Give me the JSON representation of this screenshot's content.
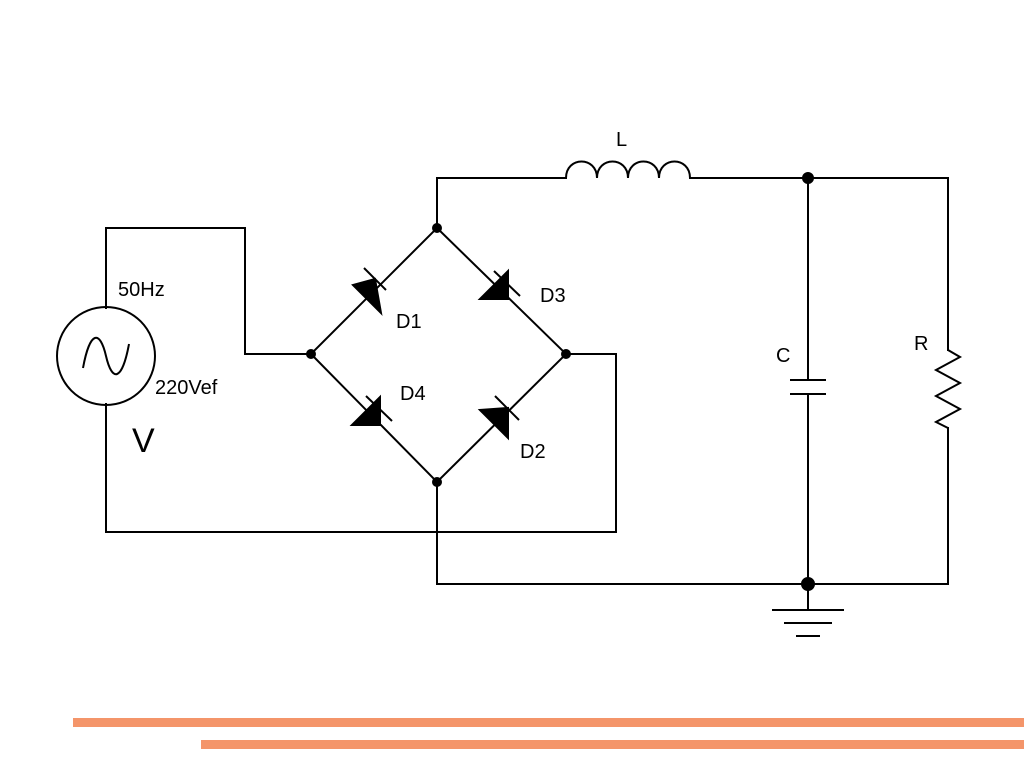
{
  "labels": {
    "inductor": "L",
    "capacitor": "C",
    "resistor": "R",
    "diode_1": "D1",
    "diode_2": "D2",
    "diode_3": "D3",
    "diode_4": "D4",
    "source_frequency": "50Hz",
    "source_voltage": "220Vef",
    "source_symbol": "V"
  },
  "colors": {
    "wire": "#000000",
    "accent_bar": "#f4956a"
  }
}
